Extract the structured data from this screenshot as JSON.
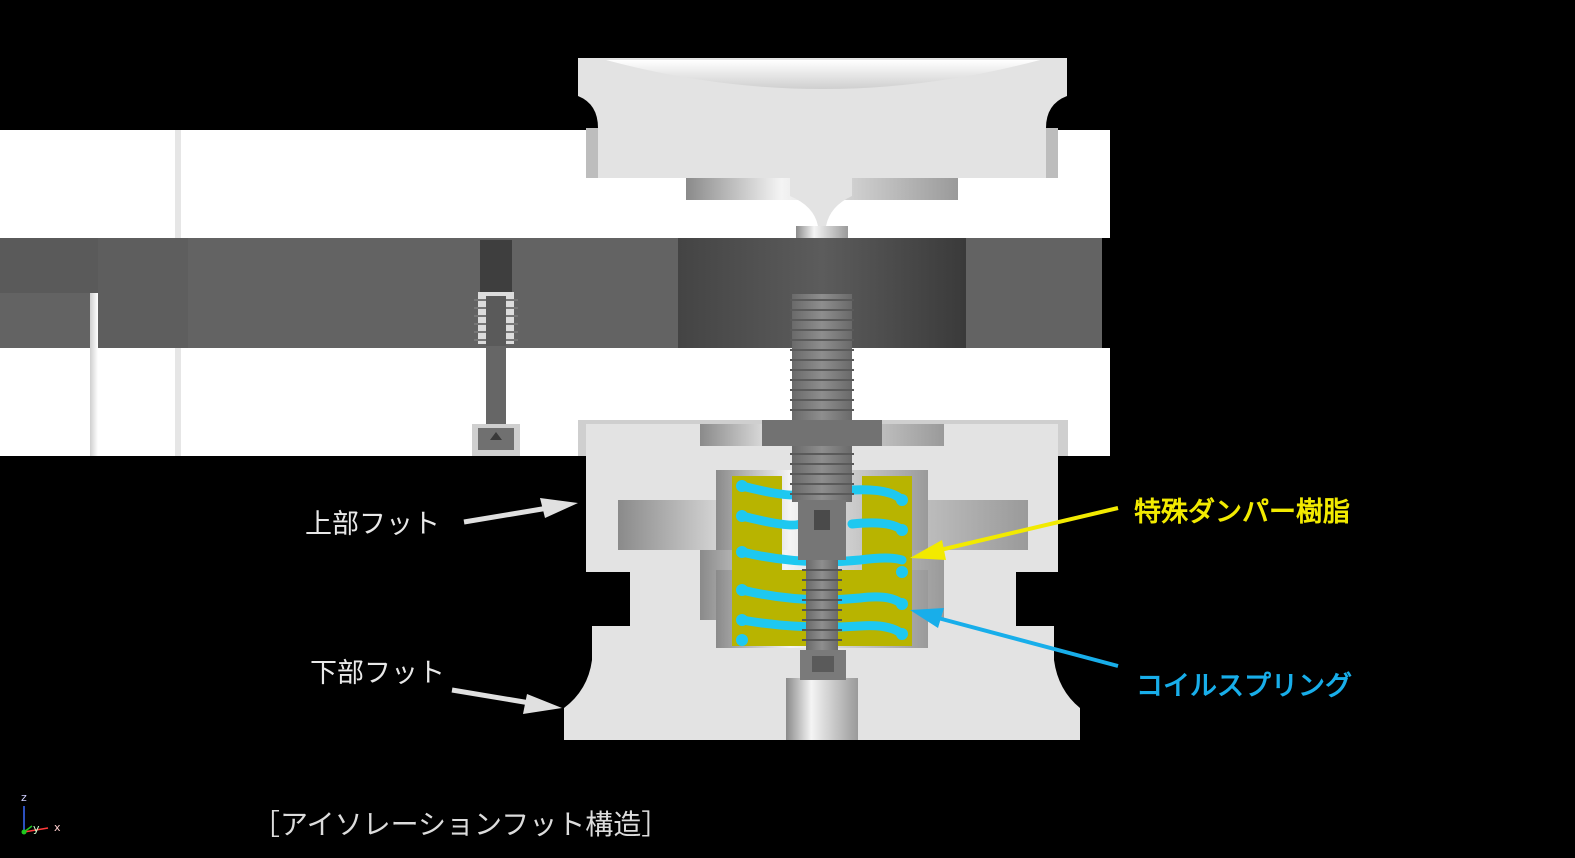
{
  "labels": {
    "upper_foot": "上部フット",
    "lower_foot": "下部フット",
    "damper_resin": "特殊ダンパー樹脂",
    "coil_spring": "コイルスプリング",
    "caption": "［アイソレーションフット構造］"
  },
  "axis_triad": {
    "z": "z",
    "y": "y",
    "x": "x"
  },
  "colors": {
    "background": "#000000",
    "component_light": "#e3e3e3",
    "board_white": "#ffffff",
    "board_gray": "#636363",
    "shaft_gray": "#7e7e7e",
    "damper_yellow": "#b8b400",
    "spring_cyan": "#1ec8f0",
    "damper_label": "#f2ea00",
    "spring_label": "#18aeea",
    "label_white": "#e8e8e8"
  }
}
